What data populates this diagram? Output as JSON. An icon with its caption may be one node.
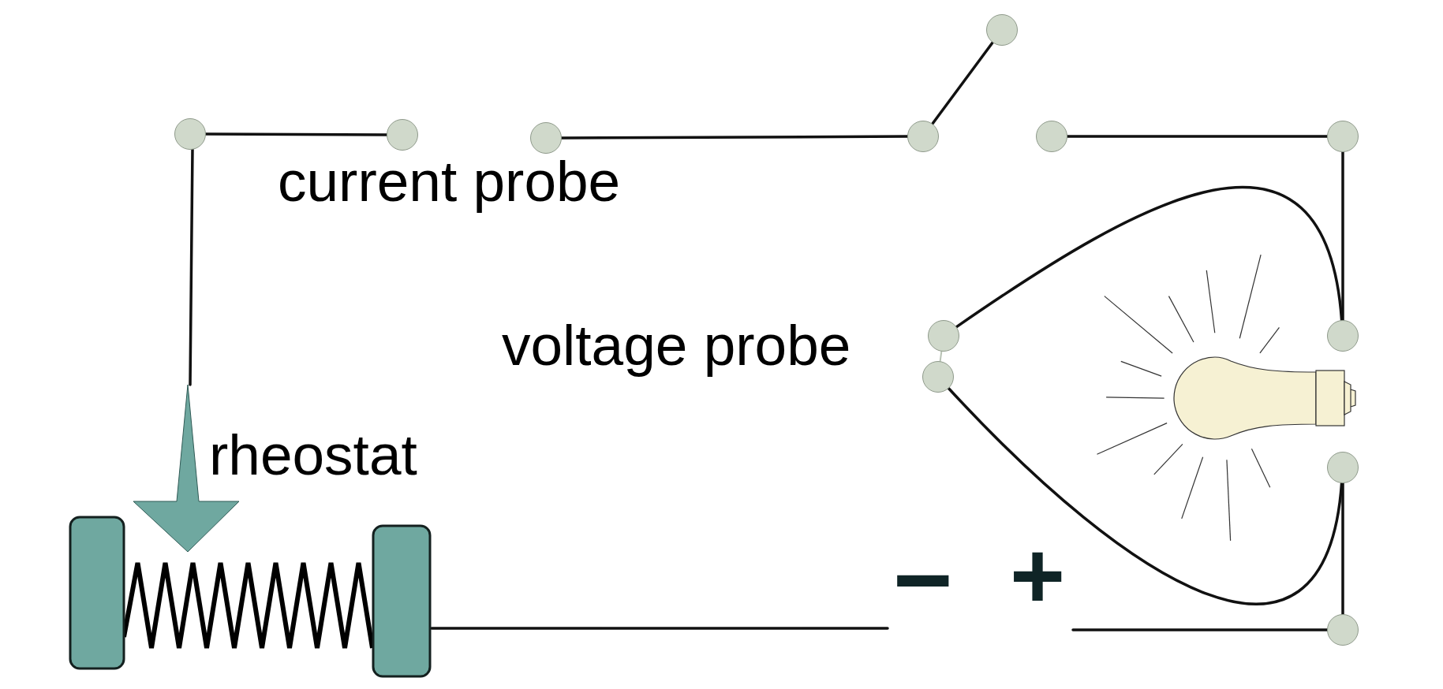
{
  "diagram": {
    "nodes": [
      {
        "text": [],
        "shape": "circle"
      },
      {
        "text": [],
        "shape": "circle"
      },
      {
        "text": [],
        "shape": "circle"
      },
      {
        "text": [],
        "shape": "circle"
      },
      {
        "text": [],
        "shape": "circle"
      },
      {
        "text": [],
        "shape": "circle"
      },
      {
        "text": [],
        "shape": "circle"
      },
      {
        "text": [],
        "shape": "circle"
      },
      {
        "text": [],
        "shape": "circle"
      },
      {
        "text": [],
        "shape": "circle"
      },
      {
        "text": [],
        "shape": "circle"
      },
      {
        "text": [],
        "shape": "circle"
      },
      {
        "text": [],
        "shape": "picture"
      },
      {
        "text": [],
        "shape": "picture"
      },
      {
        "text": [
          "−"
        ]
      },
      {
        "text": [
          "+"
        ]
      }
    ],
    "edges": [
      {
        "from": 0,
        "to": 1,
        "arrow": "none"
      },
      {
        "from": 0,
        "to": 12,
        "arrow": "none"
      },
      {
        "from": 2,
        "to": 3,
        "arrow": "none"
      },
      {
        "from": 3,
        "to": 4,
        "arrow": "none"
      },
      {
        "from": 5,
        "to": 6,
        "arrow": "none"
      },
      {
        "from": 6,
        "to": 7,
        "arrow": "none"
      },
      {
        "from": 10,
        "to": 7,
        "arrow": "none"
      },
      {
        "from": 11,
        "to": 8,
        "arrow": "none"
      },
      {
        "from": 8,
        "to": 9,
        "arrow": "none"
      },
      {
        "from": 9,
        "to": 15,
        "arrow": "none"
      },
      {
        "from": 12,
        "to": 14,
        "arrow": "none"
      },
      {
        "from": 10,
        "to": 11,
        "arrow": "none",
        "color": "#b8c2b4"
      }
    ],
    "labels": [
      "current probe",
      "voltage probe",
      "rheostat"
    ]
  }
}
